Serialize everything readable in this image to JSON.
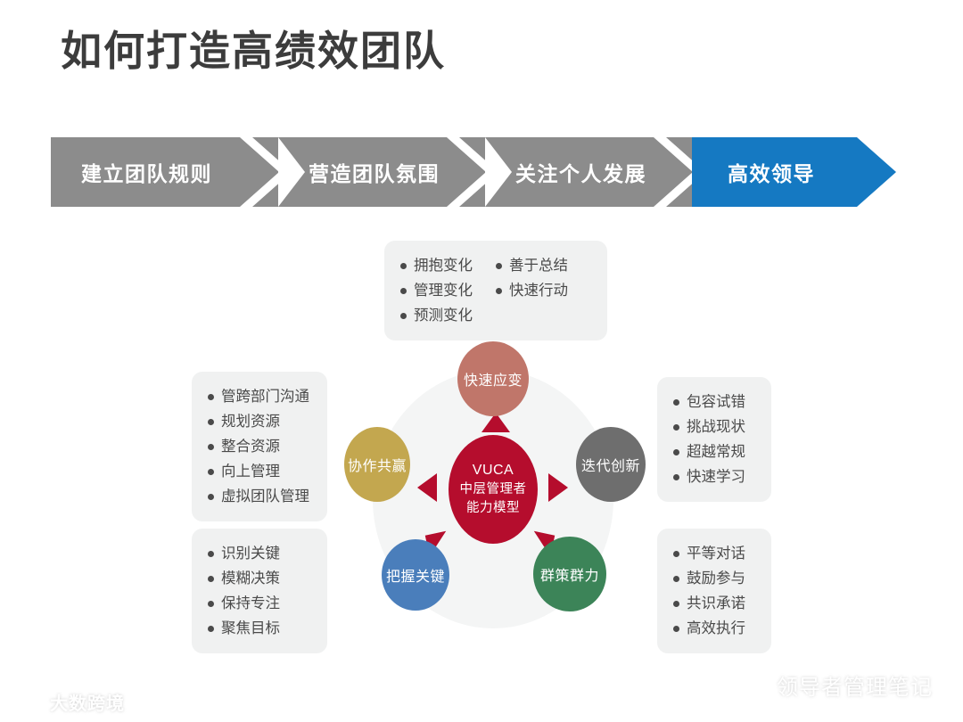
{
  "slide": {
    "title": "如何打造高绩效团队",
    "title_color": "#3c3c3c",
    "background": "#ffffff"
  },
  "process_bar": {
    "inactive_color": "#8c8c8c",
    "active_color": "#1579c2",
    "steps": [
      {
        "label": "建立团队规则",
        "active": false
      },
      {
        "label": "营造团队氛围",
        "active": false
      },
      {
        "label": "关注个人发展",
        "active": false
      },
      {
        "label": "高效领导",
        "active": true
      }
    ]
  },
  "diagram": {
    "hub": {
      "line_en": "VUCA",
      "line_1": "中层管理者",
      "line_2": "能力模型",
      "color": "#b50d2d"
    },
    "ring_color": "#f4f5f5",
    "nodes": [
      {
        "id": "top",
        "label": "快速应变",
        "color": "#c0766a"
      },
      {
        "id": "left",
        "label": "协作共赢",
        "color": "#c2a košice"
      },
      {
        "id": "right",
        "label": "迭代创新",
        "color": "#6e6e6e"
      },
      {
        "id": "bl",
        "label": "把握关键",
        "color": "#4a7ebb"
      },
      {
        "id": "br",
        "label": "群策群力",
        "color": "#3c8458"
      }
    ],
    "node_colors": {
      "top": "#c0766a",
      "left": "#c3a74f",
      "right": "#6e6e6e",
      "bl": "#4a7ebb",
      "br": "#3c8458"
    },
    "arrow_color": "#b50d2d",
    "boxes": {
      "top": {
        "name": "快速应变",
        "columns": [
          [
            "拥抱变化",
            "管理变化",
            "预测变化"
          ],
          [
            "善于总结",
            "快速行动"
          ]
        ]
      },
      "left_top": {
        "name": "协作共赢",
        "items": [
          "管跨部门沟通",
          "规划资源",
          "整合资源",
          "向上管理",
          "虚拟团队管理"
        ]
      },
      "left_bottom": {
        "name": "把握关键",
        "items": [
          "识别关键",
          "模糊决策",
          "保持专注",
          "聚焦目标"
        ]
      },
      "right_top": {
        "name": "迭代创新",
        "items": [
          "包容试错",
          "挑战现状",
          "超越常规",
          "快速学习"
        ]
      },
      "right_bottom": {
        "name": "群策群力",
        "items": [
          "平等对话",
          "鼓励参与",
          "共识承诺",
          "高效执行"
        ]
      }
    }
  },
  "watermarks": {
    "left": {
      "text": "大数跨境",
      "icon": "logo-icon"
    },
    "right": {
      "text": "领导者管理笔记",
      "icon": "wechat-icon"
    }
  }
}
